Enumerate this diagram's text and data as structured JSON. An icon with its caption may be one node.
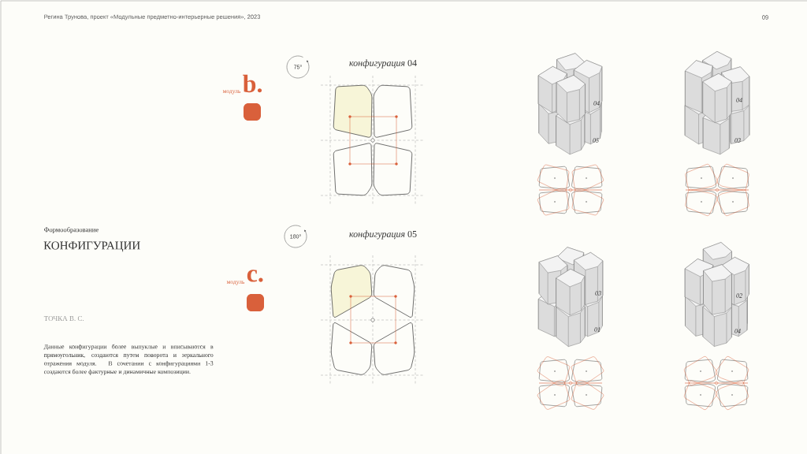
{
  "diagram": {
    "title": "КОНФИГУРАЦИИ",
    "nodes": [
      {
        "text": [
          "75°"
        ]
      },
      {
        "text": [
          "180°"
        ]
      }
    ],
    "labels": [
      "Регина Трунова, проект «Модульные предметно-интерьерные решения», 2023",
      "09",
      "модуль",
      "b.",
      "*конфигурация* 04",
      "04",
      "05",
      "04",
      "03",
      "Формообразование",
      "*конфигурация* 05",
      "модуль",
      "c.",
      "ТОЧКА В. С.",
      "Данные конфигурации более выпуклые и вписываются в прямоугольник, создаются путем поворота и зеркального отражения модуля. В сочетании с конфигурациями 1-3 создаются более фактурные и динамичные композиции.",
      "03",
      "01",
      "02",
      "04"
    ]
  }
}
